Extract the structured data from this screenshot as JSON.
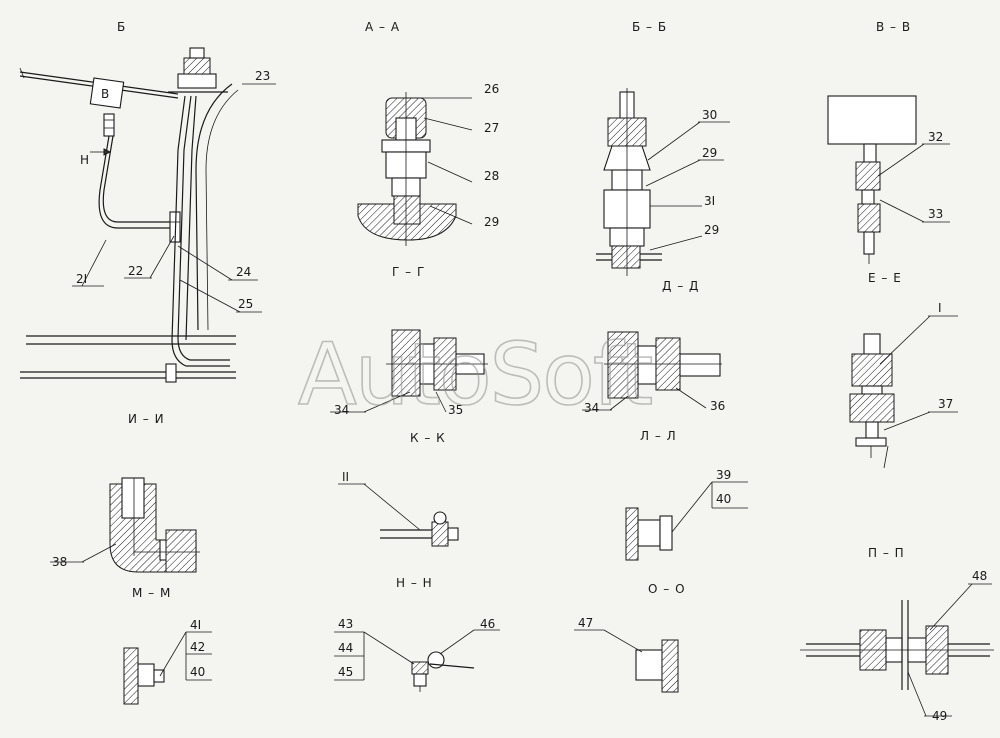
{
  "sections": {
    "b": "Б",
    "aa": "А – А",
    "bb": "Б – Б",
    "vv": "В – В",
    "gg": "Г – Г",
    "dd": "Д – Д",
    "ee": "Е – Е",
    "ii": "И – И",
    "kk": "К – К",
    "ll": "Л – Л",
    "mm": "М – М",
    "nn": "Н – Н",
    "oo": "О – О",
    "pp": "П – П"
  },
  "view_marks": {
    "v": "В",
    "n": "Н"
  },
  "callouts": {
    "c23": "23",
    "c21": "2I",
    "c22": "22",
    "c24": "24",
    "c25": "25",
    "c26": "26",
    "c27": "27",
    "c28": "28",
    "c29a": "29",
    "c30": "30",
    "c29b": "29",
    "c31": "3I",
    "c29c": "29",
    "c32": "32",
    "c33": "33",
    "c34a": "34",
    "c35": "35",
    "c34b": "34",
    "c36": "36",
    "c1": "I",
    "c37": "37",
    "c38": "38",
    "c11": "II",
    "c39": "39",
    "c40a": "40",
    "c41": "4I",
    "c42": "42",
    "c40b": "40",
    "c43": "43",
    "c44": "44",
    "c45": "45",
    "c46": "46",
    "c47": "47",
    "c48": "48",
    "c49": "49"
  },
  "watermark": "AutoSoft"
}
